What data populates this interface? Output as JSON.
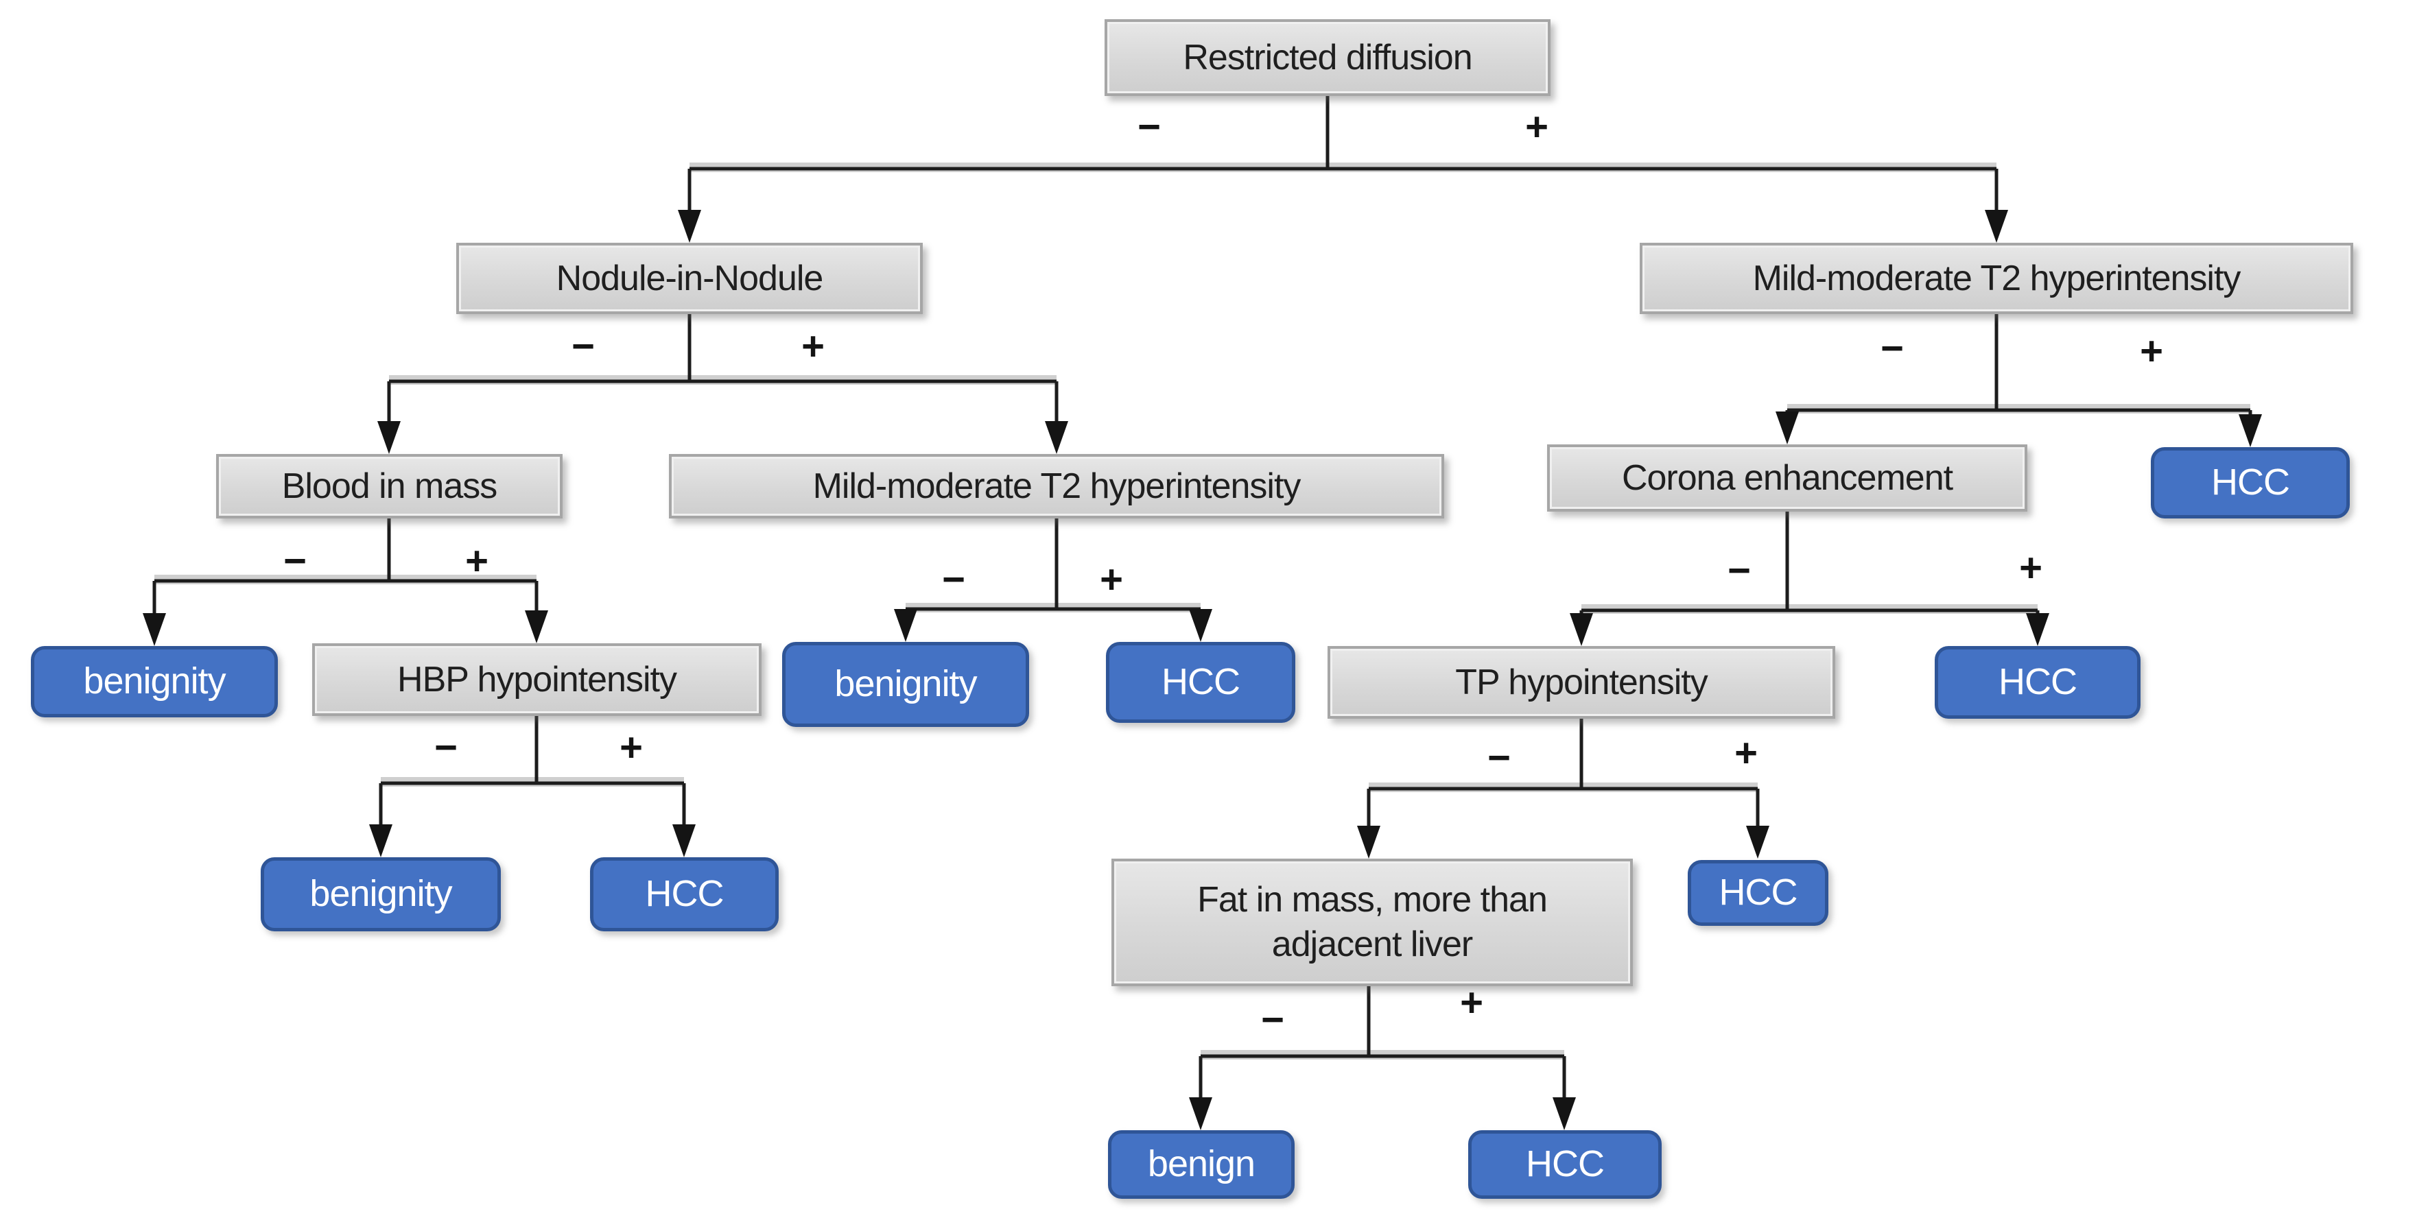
{
  "figure": {
    "type": "decision-tree-flowchart",
    "topic": "Restricted diffusion decision tree for HCC vs benignity"
  },
  "colors": {
    "decision_fill": "#d8d8d8",
    "decision_border": "#a6a6a6",
    "outcome_fill": "#4472c4",
    "outcome_border": "#2f5597",
    "outcome_text": "#ffffff",
    "line": "#1c1c1c",
    "text": "#1f1f1f"
  },
  "nodes": [
    {
      "id": "root",
      "label": "Restricted diffusion",
      "type": "decision"
    },
    {
      "id": "nodule",
      "label": "Nodule-in-Nodule",
      "type": "decision"
    },
    {
      "id": "mild_right",
      "label": "Mild-moderate T2 hyperintensity",
      "type": "decision"
    },
    {
      "id": "blood",
      "label": "Blood in mass",
      "type": "decision"
    },
    {
      "id": "mild_mid",
      "label": "Mild-moderate T2 hyperintensity",
      "type": "decision"
    },
    {
      "id": "corona",
      "label": "Corona enhancement",
      "type": "decision"
    },
    {
      "id": "hcc_r1",
      "label": "HCC",
      "type": "outcome"
    },
    {
      "id": "ben_l",
      "label": "benignity",
      "type": "outcome"
    },
    {
      "id": "hbp",
      "label": "HBP hypointensity",
      "type": "decision"
    },
    {
      "id": "ben_m",
      "label": "benignity",
      "type": "outcome"
    },
    {
      "id": "hcc_m",
      "label": "HCC",
      "type": "outcome"
    },
    {
      "id": "tp",
      "label": "TP hypointensity",
      "type": "decision"
    },
    {
      "id": "hcc_corona",
      "label": "HCC",
      "type": "outcome"
    },
    {
      "id": "ben_l4",
      "label": "benignity",
      "type": "outcome"
    },
    {
      "id": "hcc_l4",
      "label": "HCC",
      "type": "outcome"
    },
    {
      "id": "fat",
      "label": "Fat in mass, more than adjacent liver",
      "type": "decision"
    },
    {
      "id": "hcc_tp",
      "label": "HCC",
      "type": "outcome"
    },
    {
      "id": "benign",
      "label": "benign",
      "type": "outcome"
    },
    {
      "id": "hcc_fat",
      "label": "HCC",
      "type": "outcome"
    }
  ],
  "edges": [
    {
      "from": "root",
      "to": "nodule",
      "sign": "−"
    },
    {
      "from": "root",
      "to": "mild_right",
      "sign": "+"
    },
    {
      "from": "nodule",
      "to": "blood",
      "sign": "−"
    },
    {
      "from": "nodule",
      "to": "mild_mid",
      "sign": "+"
    },
    {
      "from": "mild_right",
      "to": "corona",
      "sign": "−"
    },
    {
      "from": "mild_right",
      "to": "hcc_r1",
      "sign": "+"
    },
    {
      "from": "blood",
      "to": "ben_l",
      "sign": "−"
    },
    {
      "from": "blood",
      "to": "hbp",
      "sign": "+"
    },
    {
      "from": "mild_mid",
      "to": "ben_m",
      "sign": "−"
    },
    {
      "from": "mild_mid",
      "to": "hcc_m",
      "sign": "+"
    },
    {
      "from": "corona",
      "to": "tp",
      "sign": "−"
    },
    {
      "from": "corona",
      "to": "hcc_corona",
      "sign": "+"
    },
    {
      "from": "hbp",
      "to": "ben_l4",
      "sign": "−"
    },
    {
      "from": "hbp",
      "to": "hcc_l4",
      "sign": "+"
    },
    {
      "from": "tp",
      "to": "fat",
      "sign": "−"
    },
    {
      "from": "tp",
      "to": "hcc_tp",
      "sign": "+"
    },
    {
      "from": "fat",
      "to": "benign",
      "sign": "−"
    },
    {
      "from": "fat",
      "to": "hcc_fat",
      "sign": "+"
    }
  ]
}
